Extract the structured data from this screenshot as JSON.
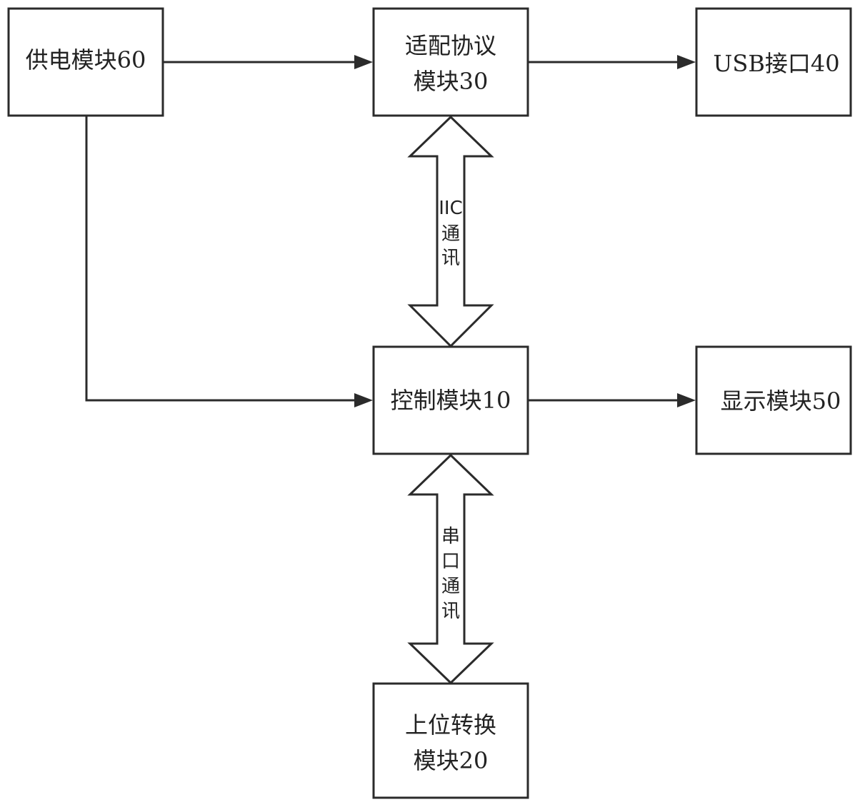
{
  "modules": {
    "power": {
      "label": "供电模块60"
    },
    "adapter": {
      "line1": "适配协议",
      "line2": "模块30"
    },
    "usb": {
      "label": "USB接口40"
    },
    "control": {
      "label": "控制模块10"
    },
    "display": {
      "label": "显示模块50"
    },
    "converter": {
      "line1": "上位转换",
      "line2": "模块20"
    }
  },
  "links": {
    "iic": {
      "line1": "IIC",
      "line2": "通",
      "line3": "讯"
    },
    "serial": {
      "line1": "串",
      "line2": "口",
      "line3": "通",
      "line4": "讯"
    }
  }
}
